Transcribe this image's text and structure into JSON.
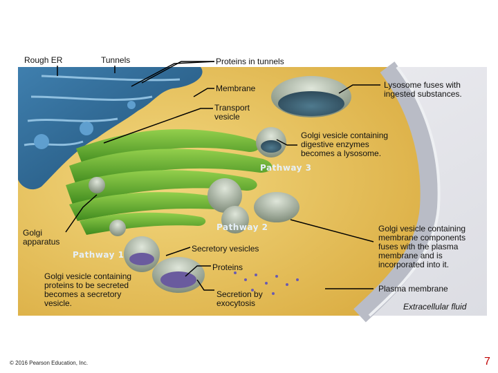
{
  "labels": {
    "rough_er": "Rough ER",
    "tunnels": "Tunnels",
    "proteins_in_tunnels": "Proteins in tunnels",
    "membrane": "Membrane",
    "lysosome_fuses": "Lysosome fuses with\ningested substances.",
    "transport_vesicle": "Transport\nvesicle",
    "golgi_vesicle_digestive": "Golgi vesicle containing\ndigestive enzymes\nbecomes a lysosome.",
    "pathway_3": "Pathway 3",
    "golgi_apparatus": "Golgi\napparatus",
    "pathway_2": "Pathway 2",
    "golgi_vesicle_membrane": "Golgi vesicle containing\nmembrane components\nfuses with the plasma\nmembrane and is\nincorporated into it.",
    "pathway_1": "Pathway 1",
    "secretory_vesicles": "Secretory vesicles",
    "proteins": "Proteins",
    "golgi_vesicle_secreted": "Golgi vesicle containing\nproteins to be secreted\nbecomes a secretory\nvesicle.",
    "secretion_by_exocytosis": "Secretion by\nexocytosis",
    "plasma_membrane": "Plasma membrane",
    "extracellular_fluid": "Extracellular fluid"
  },
  "footer": {
    "copyright": "© 2016 Pearson Education, Inc.",
    "page_number": "7"
  },
  "colors": {
    "cytoplasm": "#e7c25a",
    "er": "#2f6d99",
    "golgi": "#5ea52a",
    "vesicle": "#a9b6a6",
    "plasma_membrane": "#d6d8df",
    "page_number": "#c00000"
  }
}
